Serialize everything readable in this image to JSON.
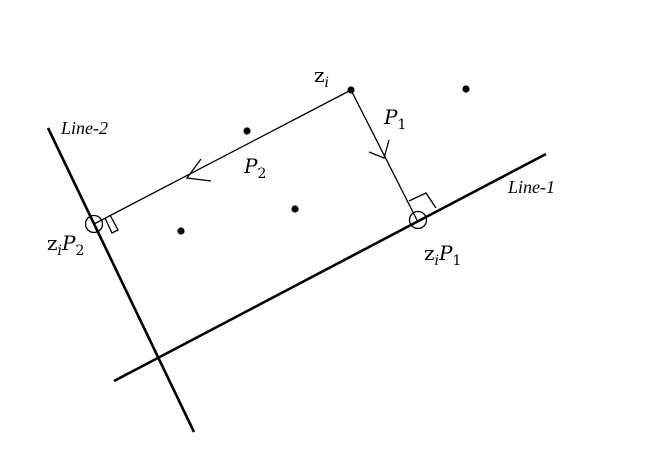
{
  "labels": {
    "line1": "Line-1",
    "line2": "Line-2",
    "z_i": "z",
    "z_i_sub": "i",
    "p1": "P",
    "p1_sub": "1",
    "p2": "P",
    "p2_sub": "2",
    "proj1_z": "z",
    "proj1_i": "i",
    "proj1_p": "P",
    "proj1_sub": "1",
    "proj2_z": "z",
    "proj2_i": "i",
    "proj2_p": "P",
    "proj2_sub": "2"
  },
  "colors": {
    "ink": "#000000",
    "background": "#ffffff"
  }
}
